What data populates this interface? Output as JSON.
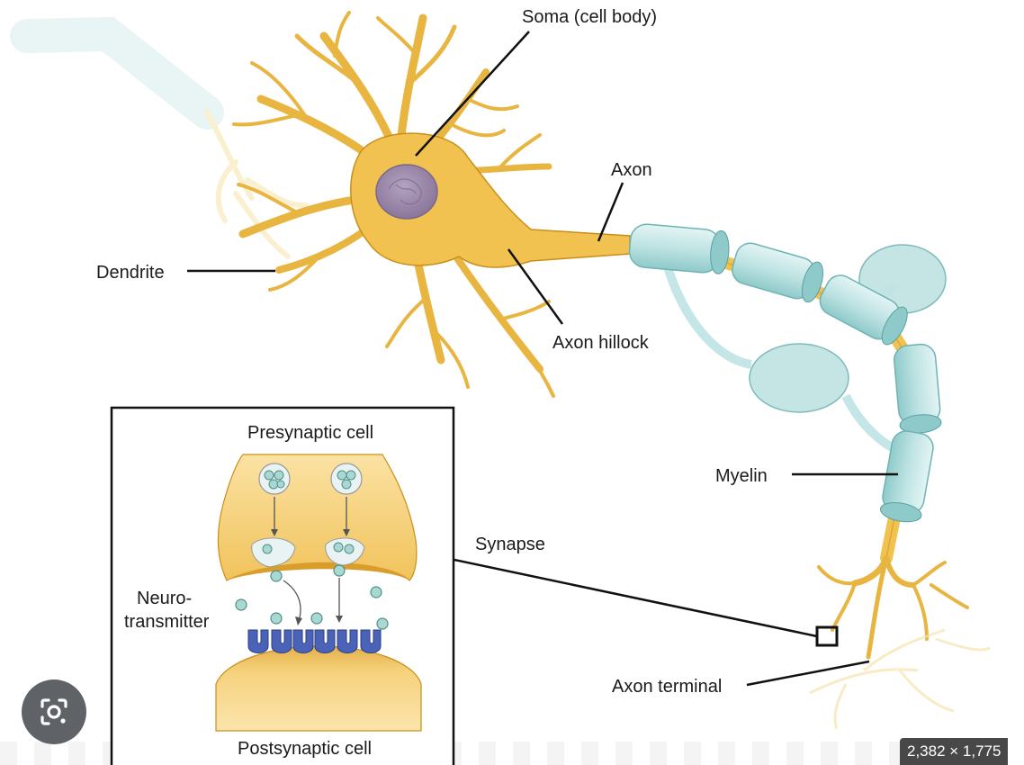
{
  "diagram": {
    "labels": {
      "soma": "Soma (cell body)",
      "axon": "Axon",
      "dendrite": "Dendrite",
      "axon_hillock": "Axon hillock",
      "myelin": "Myelin",
      "synapse": "Synapse",
      "axon_terminal": "Axon terminal",
      "presynaptic": "Presynaptic cell",
      "postsynaptic": "Postsynaptic cell",
      "neurotransmitter_line1": "Neuro-",
      "neurotransmitter_line2": "transmitter"
    },
    "colors": {
      "neuron": "#f2c250",
      "neuron_stroke": "#c98f1a",
      "nucleus": "#9a87a8",
      "myelin": "#bfe3e3",
      "myelin_stroke": "#6fb3b5",
      "vesicle": "#a9d8d2",
      "receptor": "#4a63b8",
      "presynaptic_fill": "#f6cf72"
    }
  },
  "overlay": {
    "dimensions_badge": "2,382 × 1,775",
    "lens_icon": "lens-camera-icon"
  }
}
